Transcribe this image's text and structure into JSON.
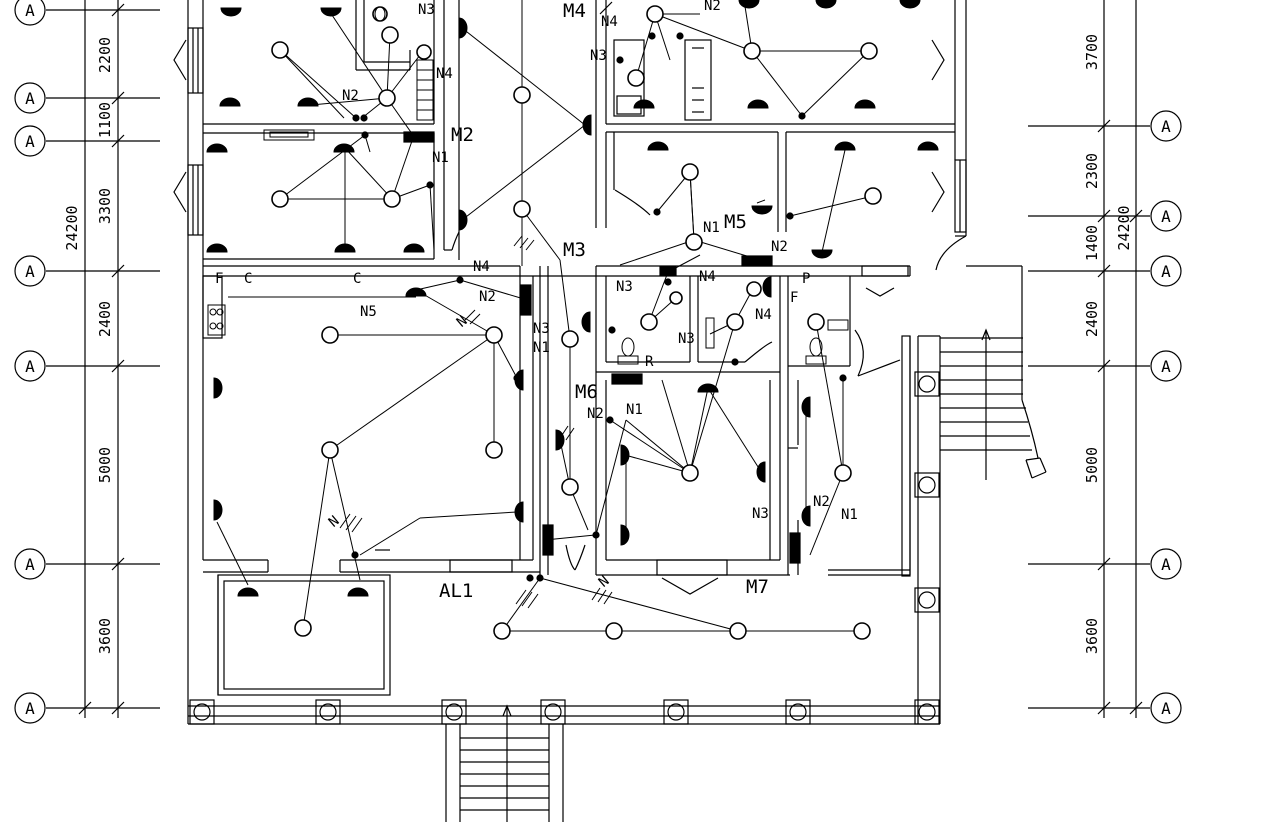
{
  "drawing": {
    "axis_marker": "A",
    "left_dims": [
      "2200",
      "1100",
      "3300",
      "2400",
      "5000",
      "3600"
    ],
    "left_total": "24200",
    "right_dims": [
      "3700",
      "2300",
      "1400",
      "2400",
      "5000",
      "3600"
    ],
    "right_total": "24200",
    "cable_labels": {
      "n1": "N1",
      "n2": "N2",
      "n3": "N3",
      "n4": "N4",
      "n5": "N5",
      "n": "N"
    },
    "panel_labels": {
      "m2": "M2",
      "m3": "M3",
      "m4": "M4",
      "m5": "M5",
      "m6": "M6",
      "m7": "M7",
      "al1": "AL1"
    },
    "socket_labels": {
      "c": "C",
      "f": "F",
      "p": "P",
      "r": "R"
    }
  }
}
